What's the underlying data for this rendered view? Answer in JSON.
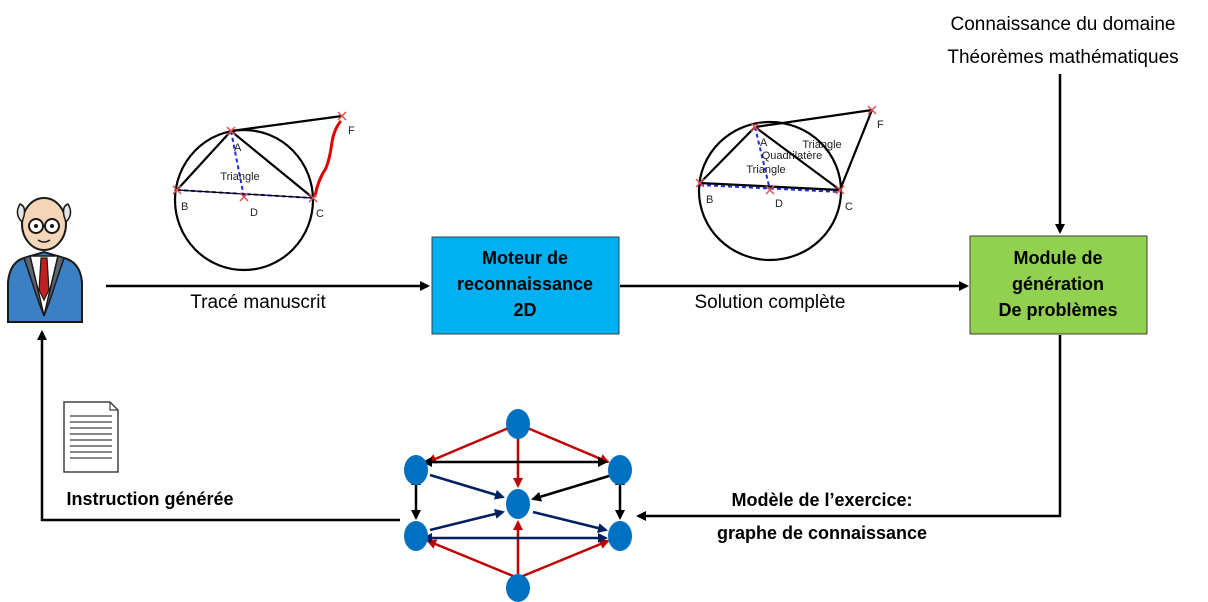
{
  "labels": {
    "domain_line1": "Connaissance du domaine",
    "domain_line2": "Théorèmes mathématiques",
    "handwritten_trace": "Tracé manuscrit",
    "complete_solution": "Solution complète",
    "generated_instruction": "Instruction générée",
    "model_line1": "Modèle de l’exercice:",
    "model_line2": "graphe de connaissance"
  },
  "boxes": {
    "recognition": {
      "line1": "Moteur de",
      "line2": "reconnaissance",
      "line3": "2D",
      "fill": "#00b0f0"
    },
    "generation": {
      "line1": "Module de",
      "line2": "génération",
      "line3": "De problèmes",
      "fill": "#92d050"
    }
  },
  "figure_left": {
    "points": {
      "A": "A",
      "B": "B",
      "C": "C",
      "D": "D",
      "F": "F"
    },
    "shape_label": "Triangle"
  },
  "figure_right": {
    "points": {
      "A": "A",
      "B": "B",
      "C": "C",
      "D": "D",
      "F": "F"
    },
    "shape_labels": {
      "triangle_outer": "Triangle",
      "quadrilateral": "Quadrilatère",
      "triangle_inner": "Triangle"
    }
  },
  "colors": {
    "graph_node": "#0070c0",
    "edge_red": "#c00000",
    "edge_navy": "#002060",
    "edge_black": "#000000",
    "handwriting_red": "#e00000",
    "cross_marker": "#e05050",
    "dashed_blue": "#1f2bd6"
  }
}
